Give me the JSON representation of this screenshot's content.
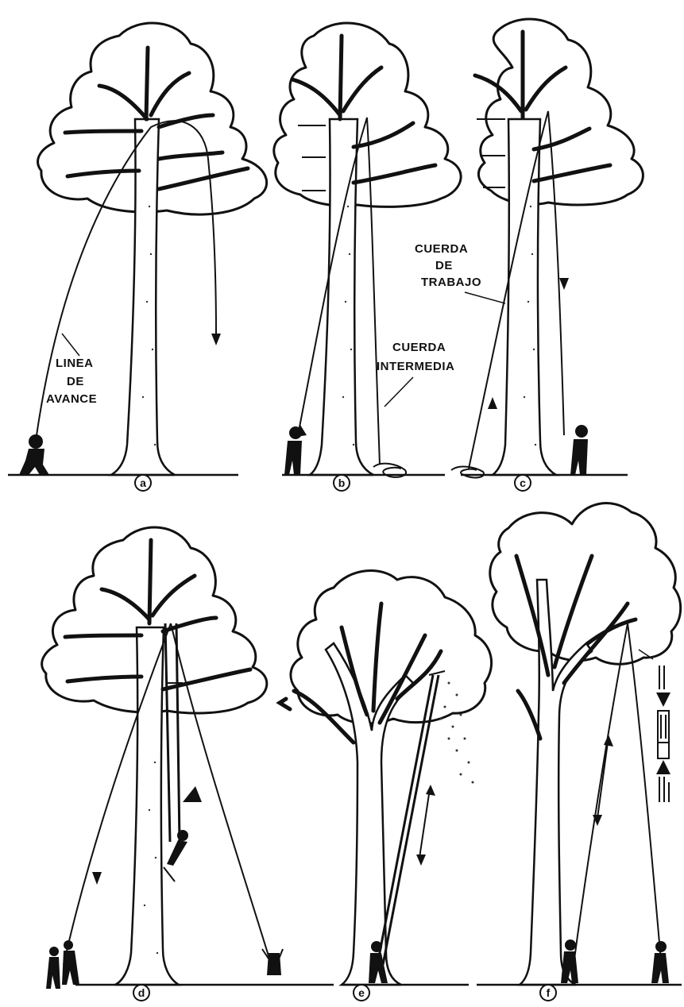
{
  "labels": {
    "linea_1": "LINEA",
    "linea_2": "DE",
    "linea_3": "AVANCE",
    "intermedia_1": "CUERDA",
    "intermedia_2": "INTERMEDIA",
    "trabajo_1": "CUERDA",
    "trabajo_2": "DE",
    "trabajo_3": "TRABAJO"
  },
  "panels": {
    "a": "a",
    "b": "b",
    "c": "c",
    "d": "d",
    "e": "e",
    "f": "f"
  }
}
